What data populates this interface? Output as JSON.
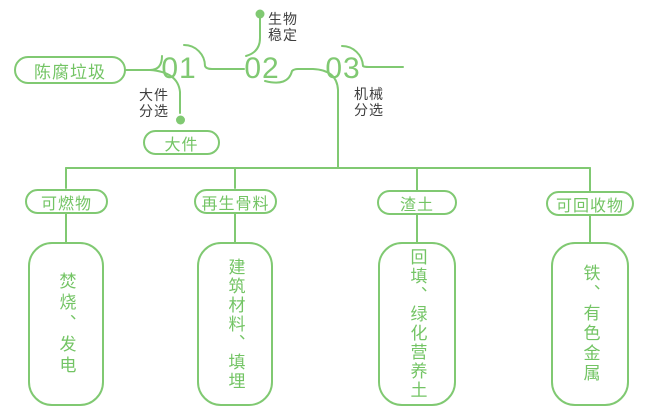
{
  "flow": {
    "accent_color": "#80c972",
    "label_color": "#3e3e3e",
    "source_label": "陈腐垃圾",
    "steps": [
      {
        "number": "01",
        "label": "大件\n分选"
      },
      {
        "number": "02",
        "label": "生物\n稳定"
      },
      {
        "number": "03",
        "label": "机械\n分选"
      }
    ],
    "bulky_output_label": "大件",
    "branches": [
      {
        "category": "可燃物",
        "disposal": "焚烧、发电"
      },
      {
        "category": "再生骨料",
        "disposal": "建筑材料、填埋"
      },
      {
        "category": "渣土",
        "disposal": "回填、绿化营养土"
      },
      {
        "category": "可回收物",
        "disposal": "铁、有色金属"
      }
    ]
  }
}
